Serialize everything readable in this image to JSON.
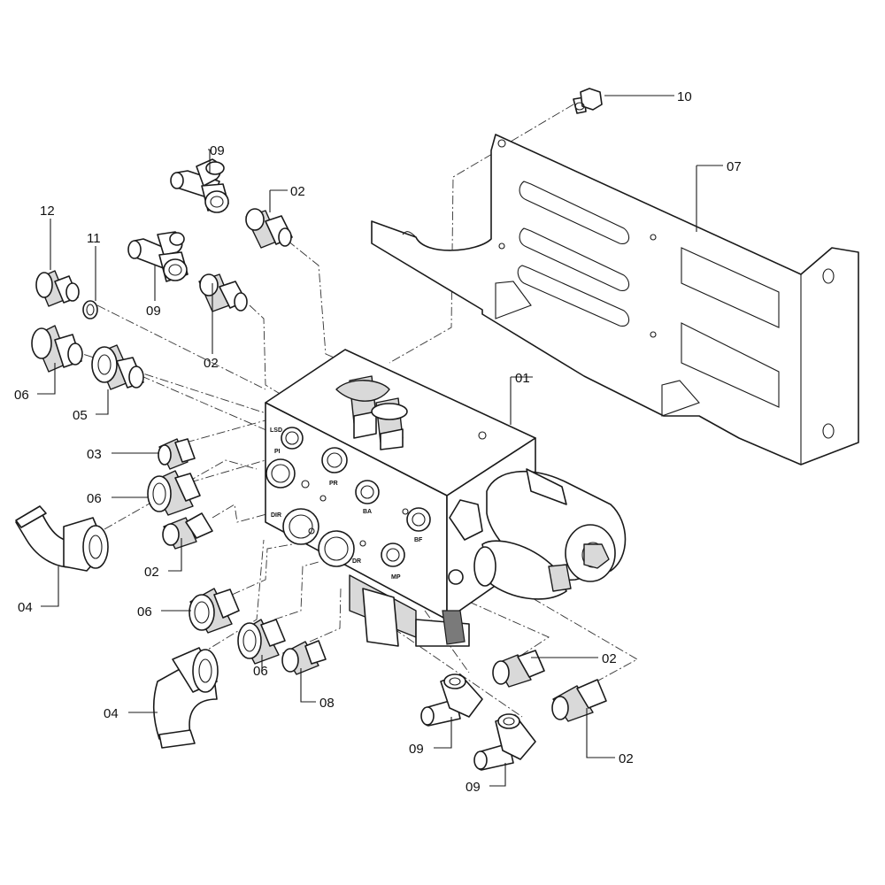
{
  "callouts": {
    "c01": "01",
    "c02a": "02",
    "c02b": "02",
    "c02c": "02",
    "c02d": "02",
    "c02e": "02",
    "c03": "03",
    "c04a": "04",
    "c04b": "04",
    "c05": "05",
    "c06a": "06",
    "c06b": "06",
    "c06c": "06",
    "c06d": "06",
    "c07": "07",
    "c08": "08",
    "c09a": "09",
    "c09b": "09",
    "c09c": "09",
    "c09d": "09",
    "c10": "10",
    "c11": "11",
    "c12": "12"
  },
  "ports": {
    "lsd": "LSD",
    "pi": "PI",
    "pr": "PR",
    "ba": "BA",
    "bf": "BF",
    "dir": "DIR",
    "dr": "DR",
    "mp": "MP"
  },
  "colors": {
    "line": "#1a1a1a",
    "shade": "#d9d9d9",
    "background": "#ffffff"
  }
}
